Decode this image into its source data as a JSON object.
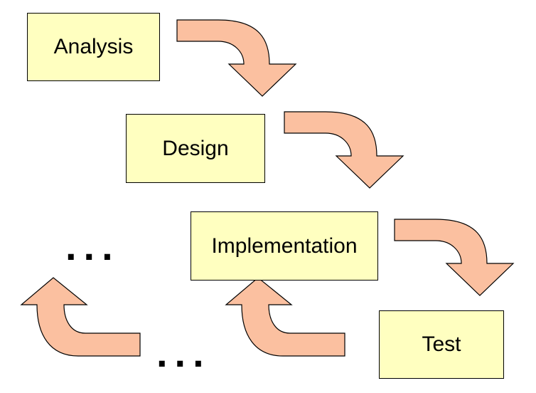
{
  "diagram": {
    "steps": {
      "analysis": "Analysis",
      "design": "Design",
      "implementation": "Implementation",
      "test": "Test"
    },
    "ellipsis_left": "...",
    "ellipsis_bottom": "..."
  },
  "colors": {
    "box_fill": "#ffffc0",
    "arrow_fill": "#fbc0a0",
    "outline": "#000000"
  }
}
